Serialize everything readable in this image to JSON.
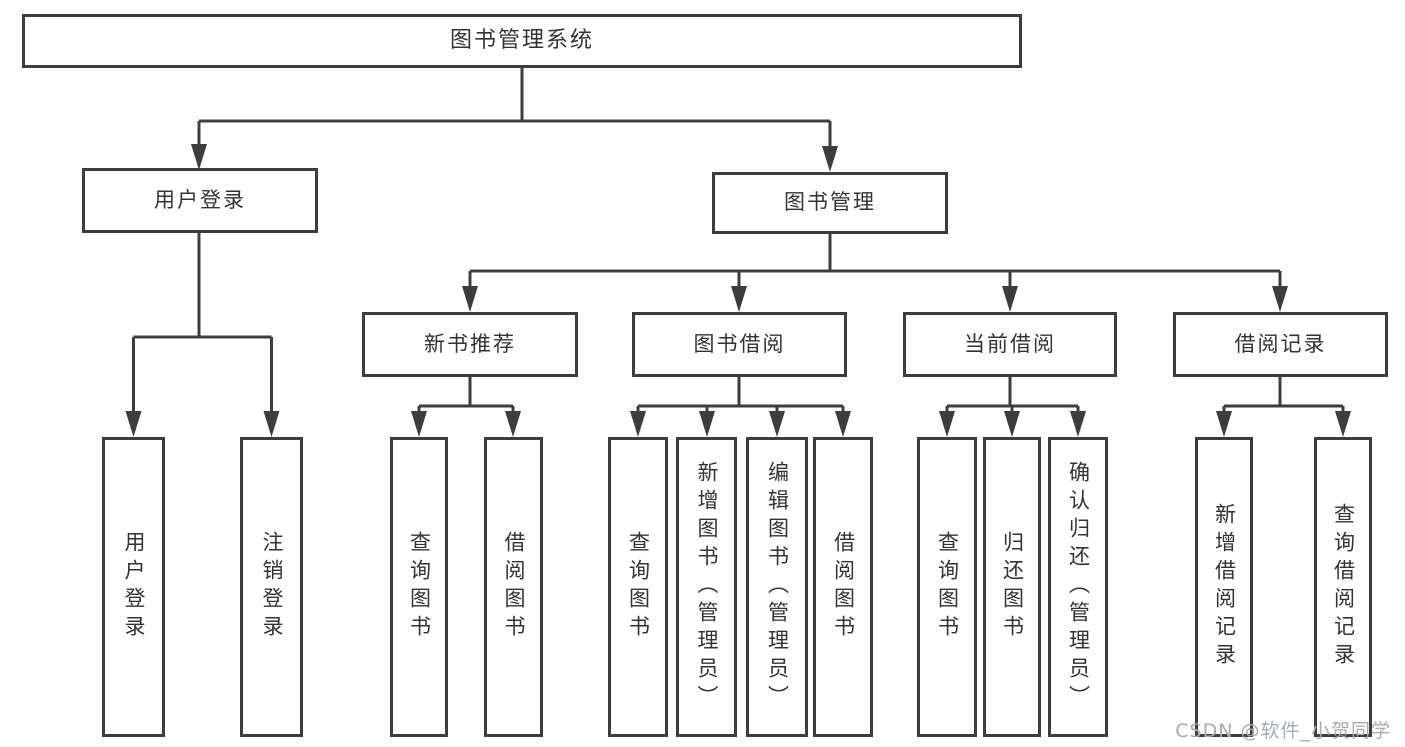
{
  "diagram_type": "hierarchy-tree",
  "colors": {
    "background": "#ffffff",
    "line": "#3d3d3d",
    "box_border": "#3d3d3d",
    "box_fill": "#ffffff",
    "text": "#333333",
    "watermark": "#a6abb1"
  },
  "tree": {
    "label": "图书管理系统",
    "children": [
      {
        "label": "用户登录",
        "children": [
          {
            "label": "用户登录"
          },
          {
            "label": "注销登录"
          }
        ]
      },
      {
        "label": "图书管理",
        "children": [
          {
            "label": "新书推荐",
            "children": [
              {
                "label": "查询图书"
              },
              {
                "label": "借阅图书"
              }
            ]
          },
          {
            "label": "图书借阅",
            "children": [
              {
                "label": "查询图书"
              },
              {
                "label": "新增图书（管理员）"
              },
              {
                "label": "编辑图书（管理员）"
              },
              {
                "label": "借阅图书"
              }
            ]
          },
          {
            "label": "当前借阅",
            "children": [
              {
                "label": "查询图书"
              },
              {
                "label": "归还图书"
              },
              {
                "label": "确认归还（管理员）"
              }
            ]
          },
          {
            "label": "借阅记录",
            "children": [
              {
                "label": "新增借阅记录"
              },
              {
                "label": "查询借阅记录"
              }
            ]
          }
        ]
      }
    ]
  },
  "watermark": {
    "text": "CSDN @软件_小贺同学"
  }
}
